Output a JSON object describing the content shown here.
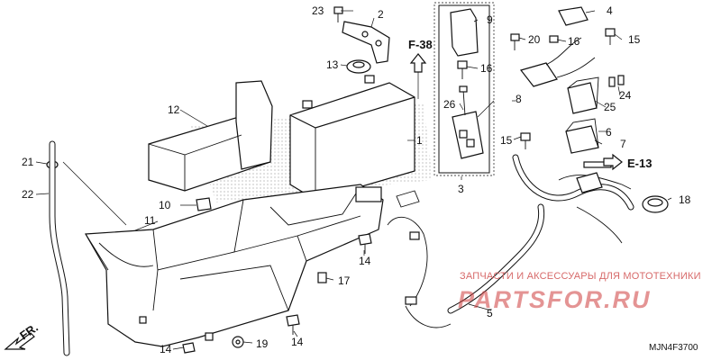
{
  "diagram": {
    "labels": {
      "l1": "1",
      "l2": "2",
      "l3": "3",
      "l4": "4",
      "l5": "5",
      "l6": "6",
      "l7": "7",
      "l8": "8",
      "l9": "9",
      "l10": "10",
      "l11": "11",
      "l12": "12",
      "l13": "13",
      "l14a": "14",
      "l14b": "14",
      "l14c": "14",
      "l15a": "15",
      "l15b": "15",
      "l16a": "16",
      "l16b": "16",
      "l17": "17",
      "l18": "18",
      "l19": "19",
      "l20": "20",
      "l21": "21",
      "l22": "22",
      "l23": "23",
      "l24": "24",
      "l25": "25",
      "l26": "26"
    },
    "references": {
      "f38": "F-38",
      "e13": "E-13",
      "fr": "FR."
    },
    "watermark": {
      "caption": "ЗАПЧАСТИ И АКСЕССУАРЫ ДЛЯ МОТОТЕХНИКИ",
      "logo": "PARTSFOR.RU"
    },
    "drawing_code": "MJN4F3700"
  }
}
